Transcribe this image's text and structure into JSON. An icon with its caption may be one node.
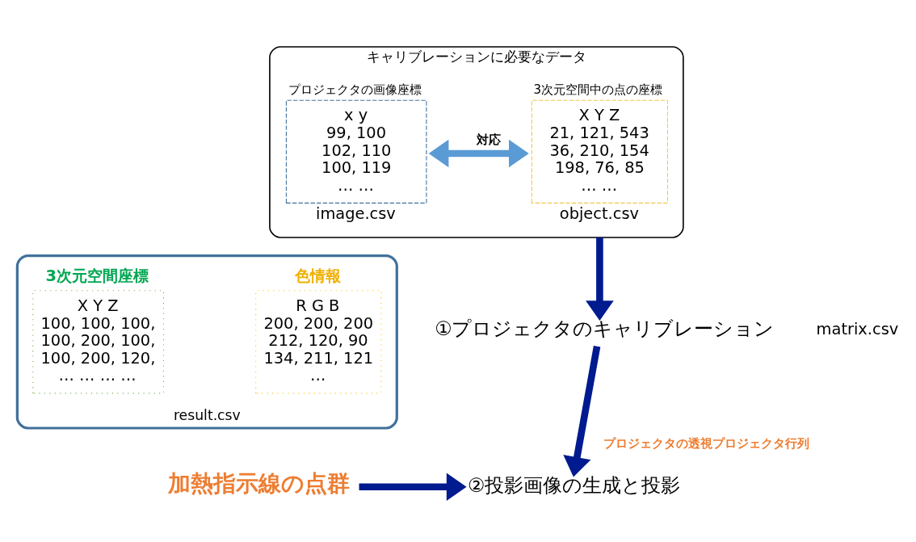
{
  "diagram": {
    "nodes": [
      {
        "text": [
          "キャリブレーションに必要なデータ"
        ]
      },
      {
        "text": [
          "プロジェクタの画像座標",
          "x y",
          "99, 100",
          "102, 110",
          "100, 119",
          "… …"
        ],
        "in": 0,
        "beside": [
          "image.csv"
        ]
      },
      {
        "text": [
          "3次元空間中の点の座標",
          "X Y Z",
          "21, 121, 543",
          "36, 210, 154",
          "198, 76, 85",
          "… …"
        ],
        "in": 0,
        "beside": [
          "object.csv"
        ]
      },
      {
        "text": [
          "①プロジェクタのキャリブレーション"
        ]
      },
      {
        "text": [
          "②投影画像の生成と投影"
        ]
      },
      {
        "text": [
          "result.csv"
        ]
      },
      {
        "text": [
          "3次元空間座標",
          "X Y Z",
          "100, 100, 100,",
          "100, 200, 100,",
          "100, 200, 120,",
          "… … … …"
        ],
        "in": 5
      },
      {
        "text": [
          "色情報",
          "R G B",
          "200, 200, 200",
          "212, 120, 90",
          "134, 211, 121",
          "…"
        ],
        "in": 5
      },
      {
        "text": [
          "加熱指示線の点群"
        ]
      }
    ],
    "edges": [
      {
        "from": 1,
        "to": 2,
        "arrow": "both",
        "label": "対応",
        "color": "#5b9bd5"
      },
      {
        "from": 0,
        "to": 3,
        "arrow": "to"
      },
      {
        "from": 3,
        "to": 4,
        "arrow": "to",
        "label": "プロジェクタの透視プロジェクタ行列"
      },
      {
        "from": 8,
        "to": 4,
        "arrow": "to"
      }
    ],
    "labels": [
      "matrix.csv"
    ]
  }
}
